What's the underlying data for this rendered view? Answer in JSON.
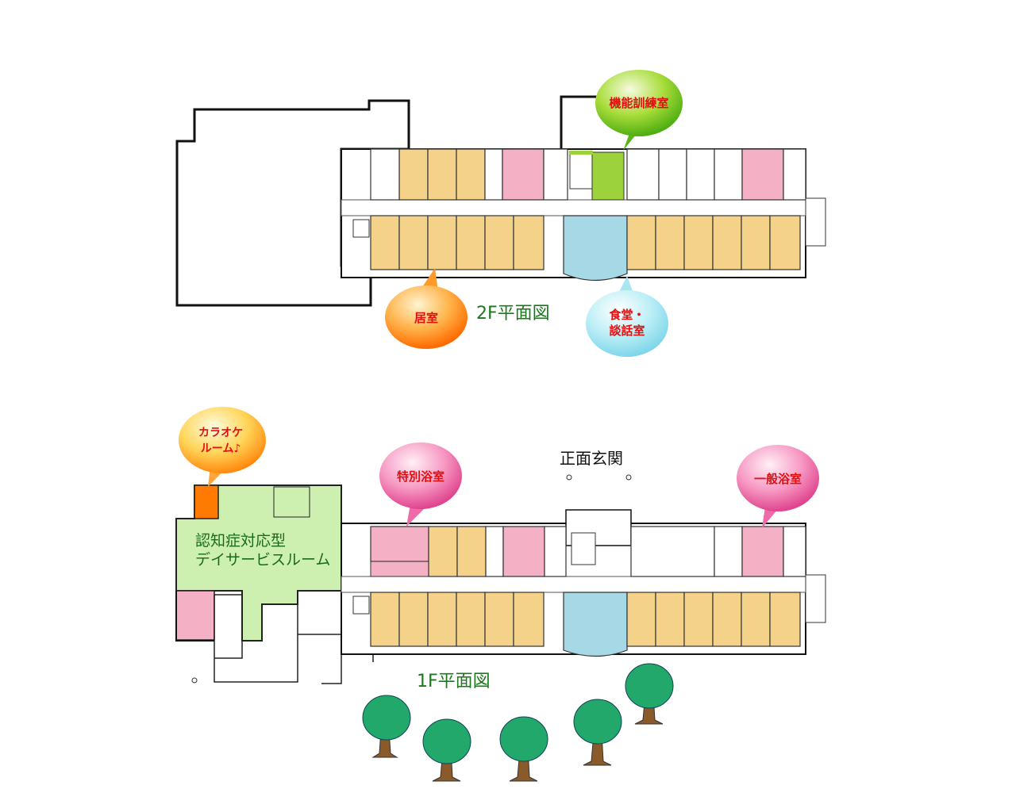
{
  "floor2": {
    "title": "2F平面図",
    "bubbles": {
      "training": "機能訓練室",
      "living": "居室",
      "dining_line1": "食堂・",
      "dining_line2": "談話室"
    }
  },
  "floor1": {
    "title": "1F平面図",
    "entrance": "正面玄関",
    "day_service_line1": "認知症対応型",
    "day_service_line2": "デイサービスルーム",
    "bubbles": {
      "karaoke_line1": "カラオケ",
      "karaoke_line2": "ルーム♪",
      "special_bath": "特別浴室",
      "general_bath": "一般浴室"
    }
  },
  "colors": {
    "room": "#f5d28a",
    "bath": "#f4b0c4",
    "dining": "#a6d8e6",
    "training": "#9cd33c",
    "day_service": "#cdf0b0",
    "karaoke": "#ff7a00",
    "bubble_text": "#e01010"
  }
}
